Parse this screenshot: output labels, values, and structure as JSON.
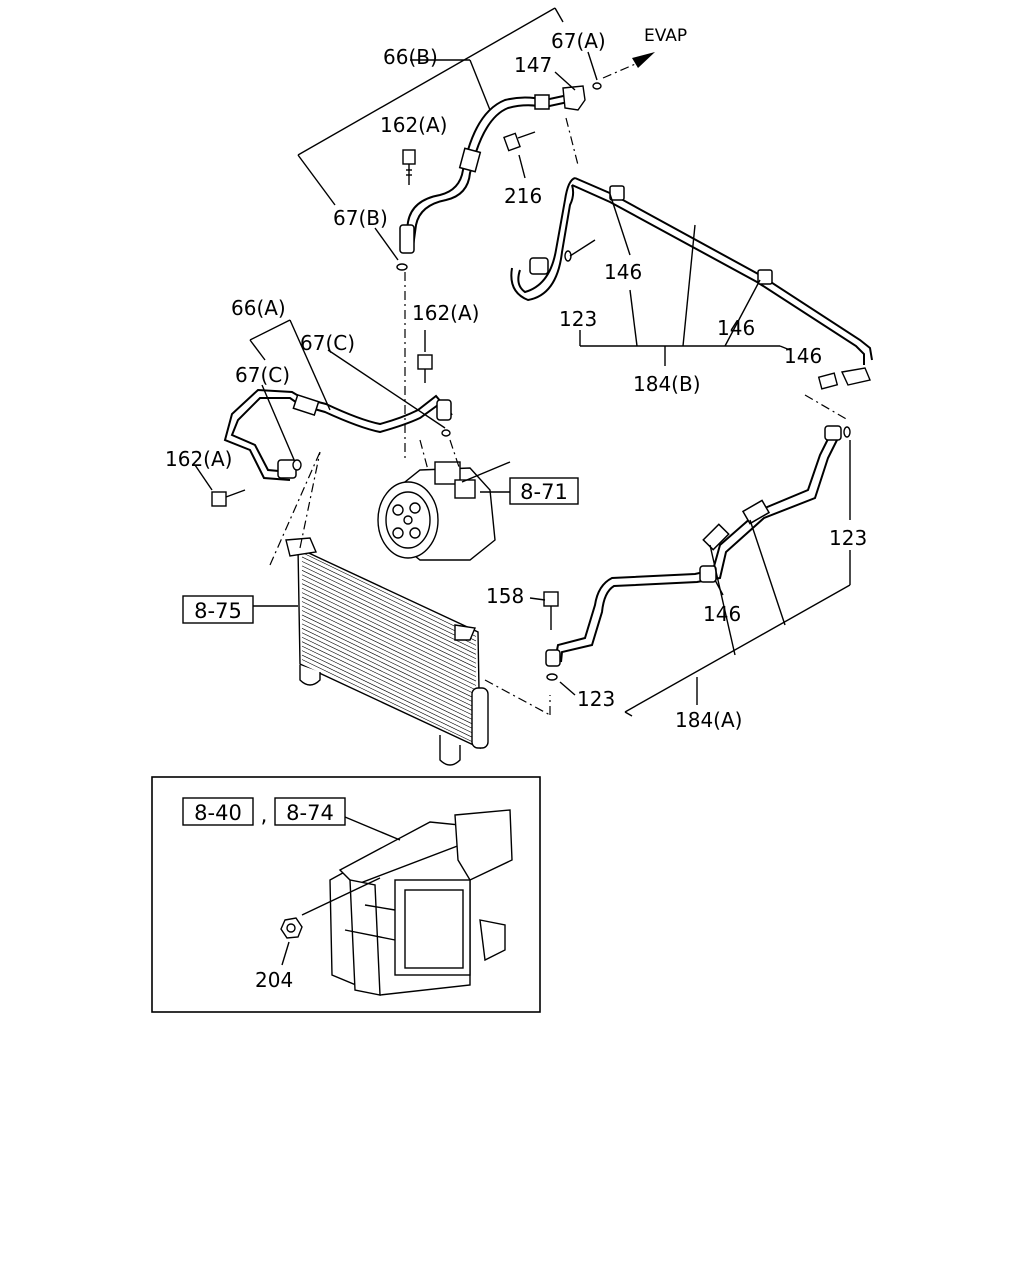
{
  "callouts": {
    "l66b": "66(B)",
    "l67a": "67(A)",
    "l147": "147",
    "evap": "EVAP",
    "l162a_top": "162(A)",
    "l216": "216",
    "l67b": "67(B)",
    "l146_a": "146",
    "l123_upper": "123",
    "l146_b": "146",
    "l146_c": "146",
    "l184b": "184(B)",
    "l66a": "66(A)",
    "l162a_mid": "162(A)",
    "l67c_a": "67(C)",
    "l67c_b": "67(C)",
    "l162a_left": "162(A)",
    "l123_right": "123",
    "l158": "158",
    "l146_d": "146",
    "l123_lower": "123",
    "l184a": "184(A)",
    "l204": "204"
  },
  "refs": {
    "r871": "8-71",
    "r875": "8-75",
    "r840": "8-40",
    "r874": "8-74",
    "sep": ","
  }
}
